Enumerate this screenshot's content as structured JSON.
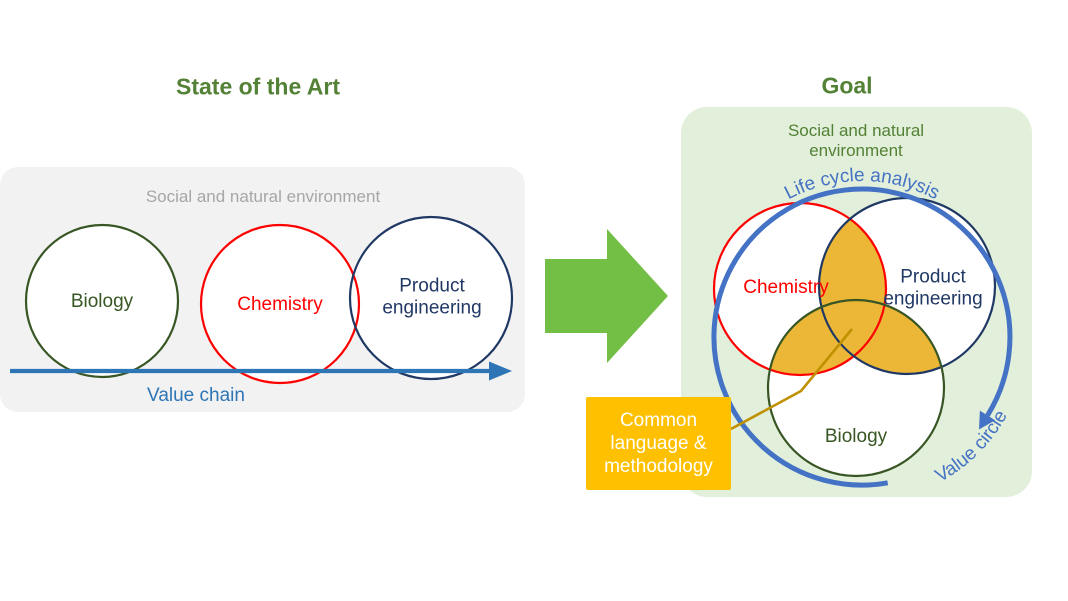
{
  "left_section": {
    "title": "State of the Art",
    "env_label": "Social and natural environment",
    "circles": [
      {
        "label": "Biology"
      },
      {
        "label": "Chemistry"
      },
      {
        "label": "Product\nengineering"
      }
    ],
    "value_chain_label": "Value chain"
  },
  "right_section": {
    "title": "Goal",
    "env_label": "Social and natural environment",
    "circles": [
      {
        "label": "Chemistry"
      },
      {
        "label": "Product\nengineering"
      },
      {
        "label": "Biology"
      }
    ],
    "life_cycle_label": "Life cycle analysis",
    "value_circle_label": "Value circle",
    "common_box_label": "Common\nlanguage &\nmethodology"
  },
  "colors": {
    "title_green": "#538135",
    "panel_gray": "#f2f2f2",
    "panel_green": "#e2efda",
    "env_gray": "#a6a6a6",
    "biology_green": "#375623",
    "chemistry_red": "#ff0000",
    "engineering_navy": "#203864",
    "value_chain_blue": "#2e75b6",
    "life_cycle_blue": "#4472c4",
    "transition_arrow_green": "#73bf45",
    "overlap_gold": "#ecb737",
    "box_orange": "#ffc000",
    "box_text_white": "#ffffff",
    "connector_gold": "#bf9000"
  }
}
